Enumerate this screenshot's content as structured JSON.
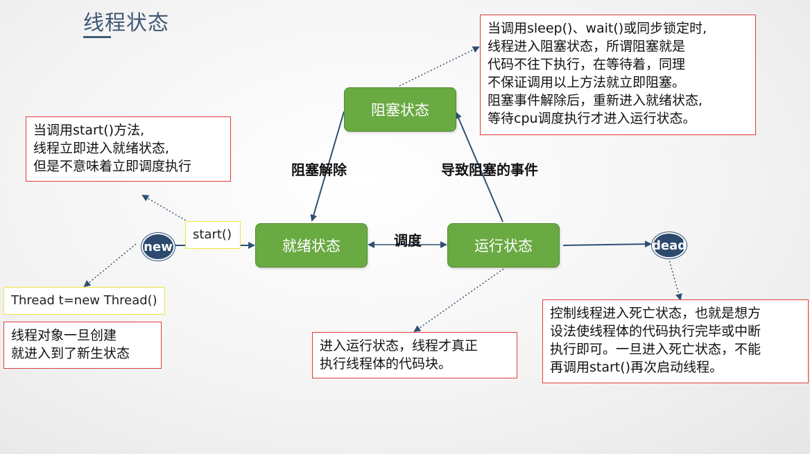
{
  "title": "线程状态",
  "states": {
    "blocked": "阻塞状态",
    "ready": "就绪状态",
    "running": "运行状态"
  },
  "nodes": {
    "new": "new",
    "dead": "dead"
  },
  "codes": {
    "start": "start()",
    "thread": "Thread t=new Thread()"
  },
  "labels": {
    "unblock": "阻塞解除",
    "block_event": "导致阻塞的事件",
    "schedule": "调度"
  },
  "notes": {
    "blocked": [
      "当调用sleep()、wait()或同步锁定时,",
      "线程进入阻塞状态，所谓阻塞就是",
      "代码不往下执行，在等待着，同理",
      "不保证调用以上方法就立即阻塞。",
      "阻塞事件解除后，重新进入就绪状态,",
      "等待cpu调度执行才进入运行状态。"
    ],
    "start": [
      "当调用start()方法,",
      "线程立即进入就绪状态,",
      "但是不意味着立即调度执行"
    ],
    "new": [
      "线程对象一旦创建",
      "就进入到了新生状态"
    ],
    "running": [
      "进入运行状态，线程才真正",
      "执行线程体的代码块。"
    ],
    "dead": [
      "控制线程进入死亡状态，也就是想方",
      "设法使线程体的代码执行完毕或中断",
      "执行即可。一旦进入死亡状态，不能",
      "再调用start()再次启动线程。"
    ]
  },
  "colors": {
    "state_fill": "#6aaa43",
    "node_fill": "#2b4a6e",
    "note_border": "#e23a3a",
    "code_border": "#f0e23c",
    "arrow": "#2f4f73"
  }
}
